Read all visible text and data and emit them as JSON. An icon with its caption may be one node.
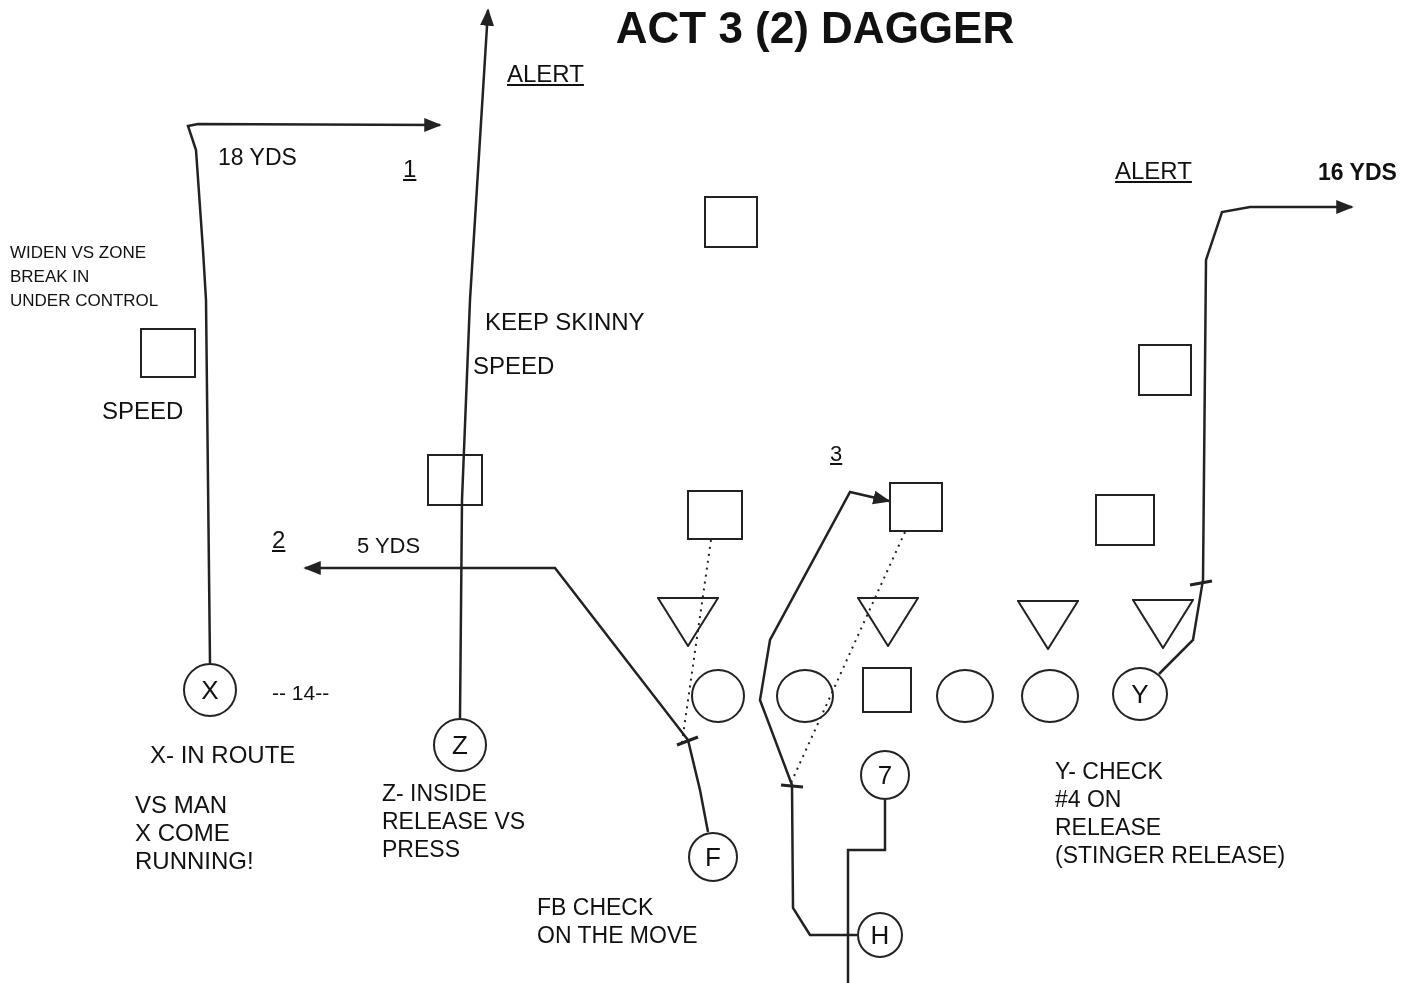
{
  "diagram": {
    "title": "ACT 3 (2) DAGGER",
    "nodes": [
      {
        "text": [],
        "shape": "box"
      },
      {
        "text": [],
        "shape": "box"
      },
      {
        "text": [],
        "shape": "box"
      },
      {
        "text": [],
        "shape": "box"
      },
      {
        "text": [],
        "shape": "box"
      },
      {
        "text": [],
        "shape": "box"
      },
      {
        "text": [],
        "shape": "box"
      },
      {
        "text": [],
        "shape": "triangle"
      },
      {
        "text": [],
        "shape": "triangle"
      },
      {
        "text": [],
        "shape": "triangle"
      },
      {
        "text": [],
        "shape": "triangle"
      },
      {
        "text": [
          "X"
        ]
      },
      {
        "text": [],
        "shape": "circle"
      },
      {
        "text": [],
        "shape": "circle"
      },
      {
        "text": [],
        "shape": "box"
      },
      {
        "text": [],
        "shape": "circle"
      },
      {
        "text": [],
        "shape": "circle"
      },
      {
        "text": [
          "Y"
        ]
      },
      {
        "text": [
          "Z"
        ]
      },
      {
        "text": [
          "7"
        ]
      },
      {
        "text": [
          "F"
        ]
      },
      {
        "text": [
          "H"
        ]
      }
    ],
    "edges": [
      {
        "from": 11,
        "to": null,
        "arrow": "to"
      },
      {
        "from": 18,
        "to": null,
        "arrow": "to"
      },
      {
        "from": 20,
        "to": null,
        "arrow": "to"
      },
      {
        "from": 21,
        "to": 5,
        "arrow": "to"
      },
      {
        "from": null,
        "to": 19,
        "arrow": "none"
      },
      {
        "from": 17,
        "to": null,
        "arrow": "to"
      },
      {
        "from": 4,
        "to": null,
        "arrow": "none",
        "style": "dashed"
      },
      {
        "from": 5,
        "to": null,
        "arrow": "none",
        "style": "dashed"
      }
    ],
    "labels": [
      "ALERT",
      "18 YDS",
      "1",
      "ALERT",
      "16 YDS",
      "WIDEN VS ZONE BREAK IN UNDER CONTROL",
      "KEEP SKINNY",
      "SPEED",
      "SPEED",
      "3",
      "2",
      "5 YDS",
      "-- 14--",
      "X- IN ROUTE",
      "Y- CHECK #4 ON RELEASE (STINGER RELEASE)",
      "VS MAN X COME RUNNING!",
      "Z- INSIDE RELEASE VS PRESS",
      "FB CHECK ON THE MOVE"
    ]
  }
}
